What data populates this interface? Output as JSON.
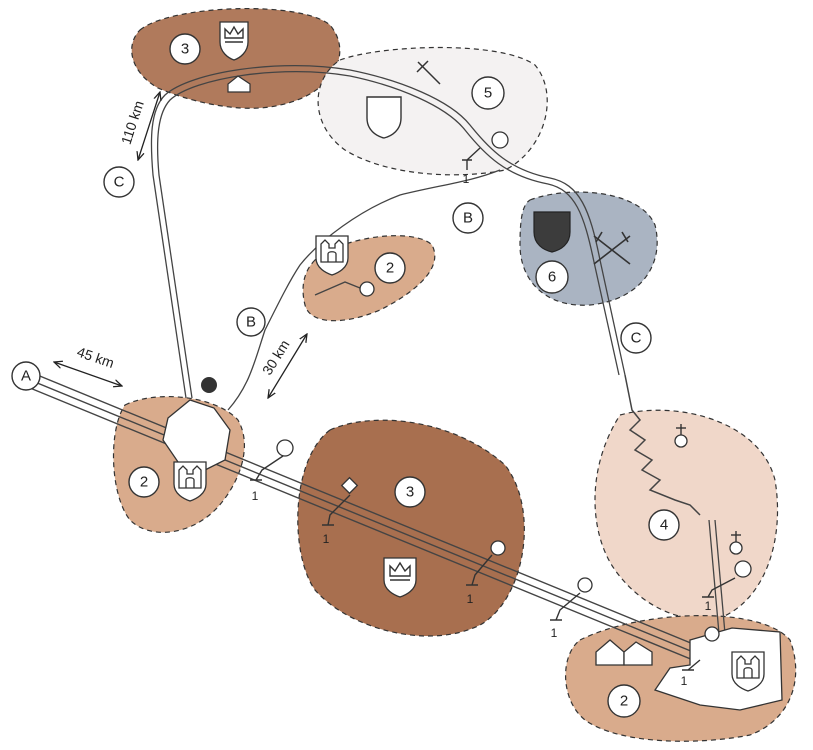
{
  "regions": [
    {
      "id": "r3-top",
      "label": "3",
      "color": "#b07a5c"
    },
    {
      "id": "r5",
      "label": "5",
      "color": "#f4f2f2"
    },
    {
      "id": "r6",
      "label": "6",
      "color": "#aab4c2"
    },
    {
      "id": "r2-mid",
      "label": "2",
      "color": "#d9ab8c"
    },
    {
      "id": "r2-left",
      "label": "2",
      "color": "#d9ab8c"
    },
    {
      "id": "r3-center",
      "label": "3",
      "color": "#a86f4f"
    },
    {
      "id": "r4",
      "label": "4",
      "color": "#f0d7c9"
    },
    {
      "id": "r2-bottom",
      "label": "2",
      "color": "#d9ab8c"
    }
  ],
  "routes": [
    {
      "id": "A",
      "label": "A"
    },
    {
      "id": "B1",
      "label": "B"
    },
    {
      "id": "B2",
      "label": "B"
    },
    {
      "id": "C1",
      "label": "C"
    },
    {
      "id": "C2",
      "label": "C"
    }
  ],
  "distances": {
    "a": "45 km",
    "b": "30 km",
    "c": "110 km"
  },
  "tick_label": "1",
  "icons": {
    "crown_shield": "crown-shield-icon",
    "castle": "castle-icon",
    "house": "house-icon",
    "shield": "shield-icon",
    "crossed_swords": "crossed-swords-icon",
    "sword": "sword-icon",
    "cross_marker": "cross-marker-icon",
    "diamond": "diamond-marker-icon"
  }
}
